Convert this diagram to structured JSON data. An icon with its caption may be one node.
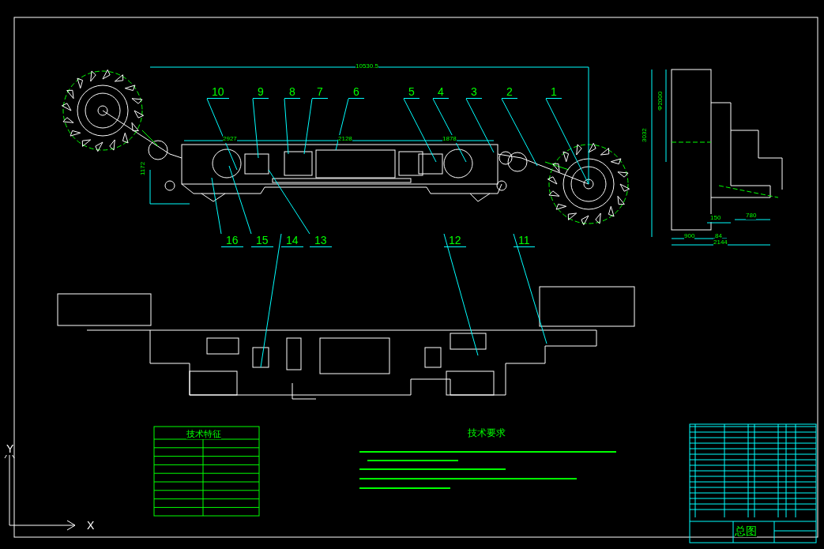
{
  "diagram": {
    "nodes": [
      {
        "text": [
          "10"
        ]
      },
      {
        "text": [
          "9"
        ]
      },
      {
        "text": [
          "8"
        ]
      },
      {
        "text": [
          "7"
        ]
      },
      {
        "text": [
          "6"
        ]
      },
      {
        "text": [
          "5"
        ]
      },
      {
        "text": [
          "4"
        ]
      },
      {
        "text": [
          "3"
        ]
      },
      {
        "text": [
          "2"
        ]
      },
      {
        "text": [
          "1"
        ]
      },
      {
        "text": [
          "16"
        ]
      },
      {
        "text": [
          "15"
        ]
      },
      {
        "text": [
          "14"
        ]
      },
      {
        "text": [
          "13"
        ]
      },
      {
        "text": [
          "12"
        ]
      },
      {
        "text": [
          "11"
        ]
      }
    ],
    "edges": [
      {
        "from": 0,
        "to": null,
        "arrow": "none"
      },
      {
        "from": 1,
        "to": null,
        "arrow": "none"
      },
      {
        "from": 2,
        "to": null,
        "arrow": "none"
      },
      {
        "from": 3,
        "to": null,
        "arrow": "none"
      },
      {
        "from": 4,
        "to": null,
        "arrow": "none"
      },
      {
        "from": 5,
        "to": null,
        "arrow": "none"
      },
      {
        "from": 6,
        "to": null,
        "arrow": "none"
      },
      {
        "from": 7,
        "to": null,
        "arrow": "none"
      },
      {
        "from": 8,
        "to": null,
        "arrow": "none"
      },
      {
        "from": 9,
        "to": null,
        "arrow": "none"
      },
      {
        "from": 10,
        "to": null,
        "arrow": "none"
      },
      {
        "from": 11,
        "to": null,
        "arrow": "none"
      },
      {
        "from": 12,
        "to": null,
        "arrow": "none"
      },
      {
        "from": 13,
        "to": null,
        "arrow": "none"
      },
      {
        "from": 14,
        "to": null,
        "arrow": "none"
      },
      {
        "from": 15,
        "to": null,
        "arrow": "none"
      }
    ],
    "labels": [
      "10530.5",
      "2927",
      "2128",
      "1878",
      "1172",
      "Φ2000",
      "3032",
      "150",
      "780",
      "900",
      "84",
      "2144",
      "技术特征",
      "技术要求",
      "总图",
      "Y",
      "X"
    ]
  }
}
